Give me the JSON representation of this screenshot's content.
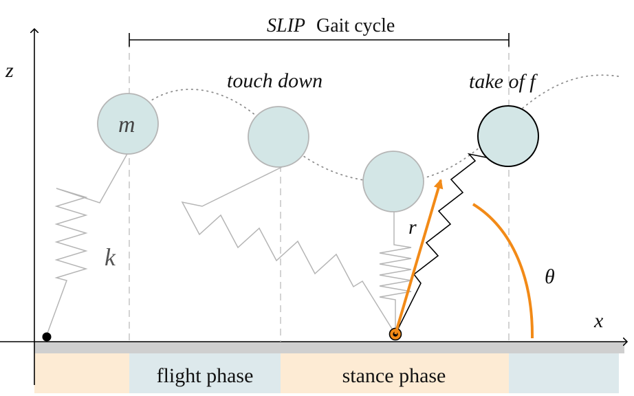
{
  "title": {
    "prefix": "SLIP",
    "rest": "Gait cycle"
  },
  "labels": {
    "touch_down": "touch down",
    "take_off": "take of f",
    "mass": "m",
    "spring": "k",
    "leg_length": "r",
    "angle": "θ",
    "x_axis": "x",
    "z_axis": "z"
  },
  "phases": {
    "flight": "flight phase",
    "stance": "stance phase"
  },
  "colors": {
    "mass_fill": "#d3e6e6",
    "flight_band": "#dde9ec",
    "stance_band": "#fdebd4",
    "orange": "#f28a17",
    "ground": "#cfcfcf"
  }
}
